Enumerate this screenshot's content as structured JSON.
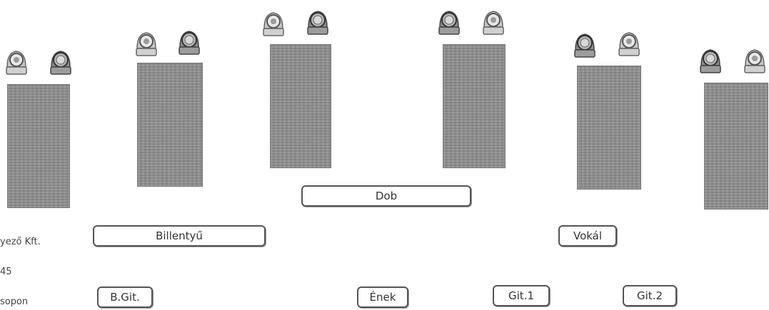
{
  "labels": {
    "dob": "Dob",
    "billentyu": "Billentyű",
    "vokal": "Vokál",
    "bgit": "B.Git.",
    "enek": "Ének",
    "git1": "Git.1",
    "git2": "Git.2"
  },
  "side_text": {
    "line1": "yező Kft.",
    "line2": "45",
    "line3": "sopon"
  },
  "colors": {
    "panel": "#8e8e8e",
    "fixture_body": "#b9b9b9",
    "fixture_dark": "#6f6f6f",
    "label_border": "#555555"
  },
  "icons": {
    "fixture_spot": "moving-head-spot-icon",
    "fixture_wash": "moving-head-wash-icon"
  }
}
